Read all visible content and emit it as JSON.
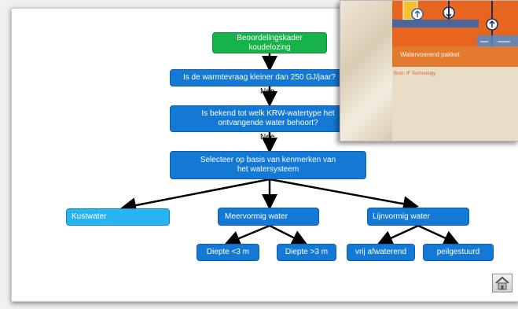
{
  "flowchart": {
    "root": "Beoordelingskader koudelozing",
    "q1": "Is de warmtevraag kleiner dan 250 GJ/jaar?",
    "a1": "Nee",
    "q2": "Is bekend tot welk KRW-watertype het ontvangende water behoort?",
    "a2": "Nee",
    "q3": "Selecteer op basis van kenmerken van het watersysteem",
    "branch_kust": "Kustwater",
    "branch_meer": "Meervormig water",
    "branch_lijn": "Lijnvormig water",
    "meer_a": "Diepte <3 m",
    "meer_b": "Diepte >3 m",
    "lijn_a": "vrij afwaterend",
    "lijn_b": "peilgestuurd"
  },
  "inset": {
    "caption": "Watervoerend pakket",
    "source": "Bron: IF Technology"
  },
  "colors": {
    "node_blue": "#1479d4",
    "node_green": "#16b24a",
    "node_light_blue": "#27b4f0",
    "inset_orange": "#e8651f"
  },
  "icons": [
    "home-icon",
    "pump-icon",
    "arrow-up-icon"
  ]
}
